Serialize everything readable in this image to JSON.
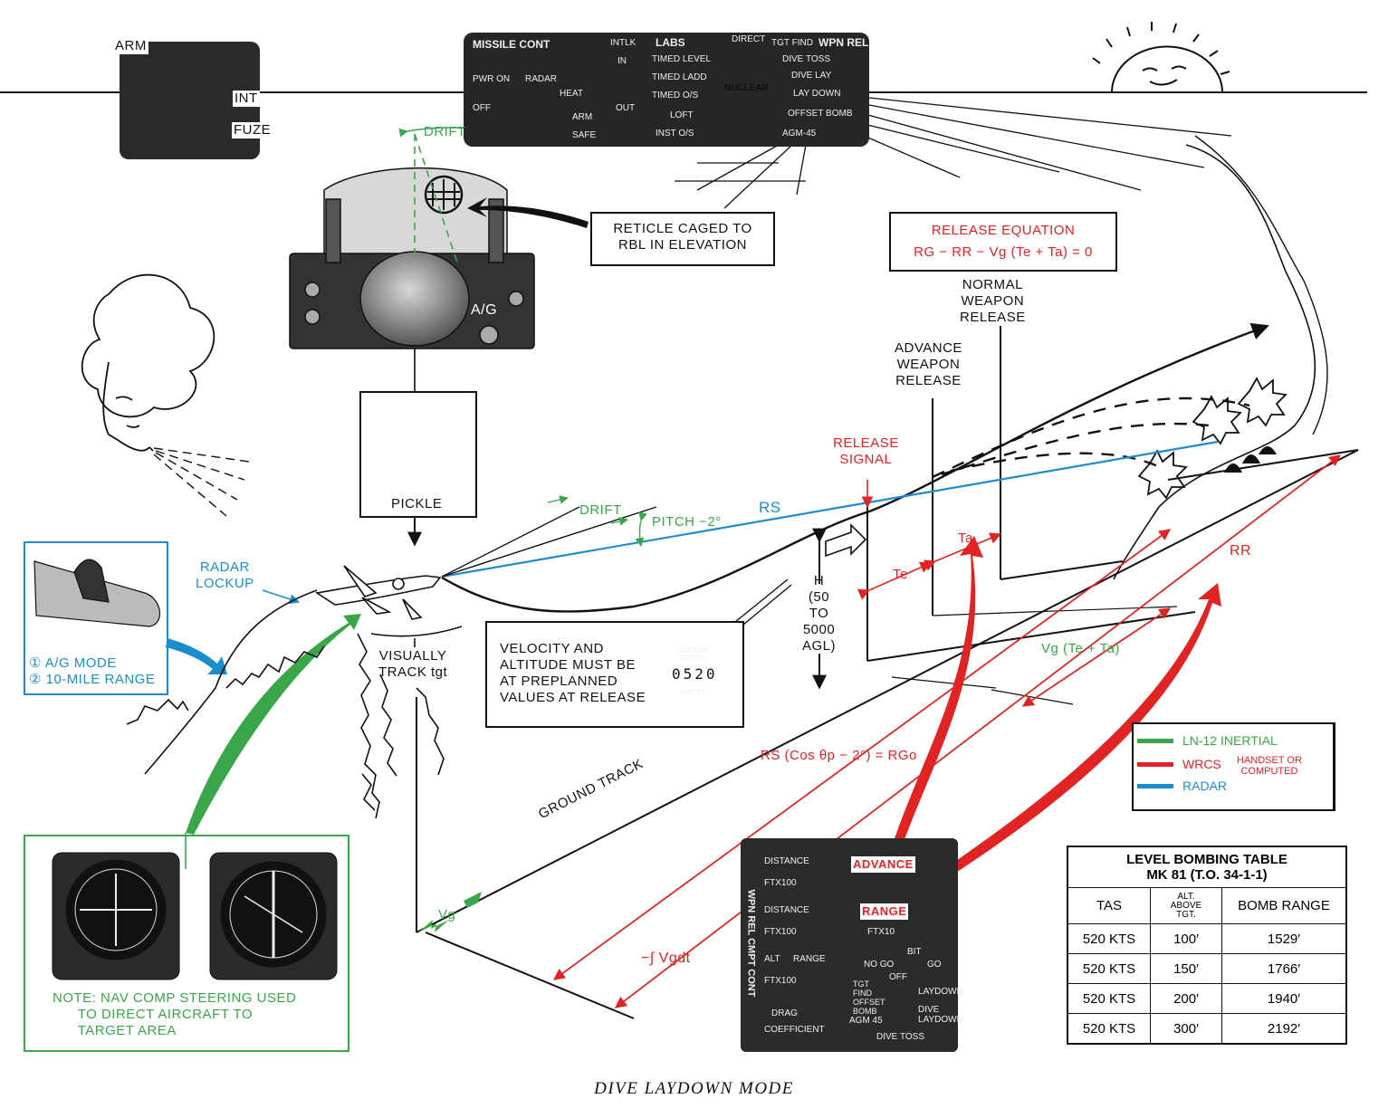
{
  "caption": "DIVE LAYDOWN MODE",
  "weapon_panel": {
    "arm": "ARM",
    "int": "INT",
    "fuze": "FUZE"
  },
  "missile_panel": {
    "missile_cont": "MISSILE CONT",
    "pwr_on": "PWR ON",
    "off": "OFF",
    "radar": "RADAR",
    "heat": "HEAT",
    "intlk": "INTLK",
    "in": "IN",
    "out": "OUT",
    "arm": "ARM",
    "safe": "SAFE",
    "labs": "LABS",
    "wpn_rel": "WPN REL",
    "direct": "DIRECT",
    "tgt_find": "TGT FIND",
    "dive_toss": "DIVE TOSS",
    "dive_lay": "DIVE LAY",
    "lay_down": "LAY DOWN",
    "offset_bomb": "OFFSET BOMB",
    "agm": "AGM-45",
    "timed_level": "TIMED LEVEL",
    "timed_ladd": "TIMED LADD",
    "timed_os": "TIMED O/S",
    "loft": "LOFT",
    "inst_os": "INST O/S",
    "nuclear": "NUCLEAR"
  },
  "labels": {
    "drift_top": "DRIFT",
    "reticle_line1": "RETICLE CAGED TO",
    "reticle_line2": "RBL IN ELEVATION",
    "ag": "A/G",
    "pickle": "PICKLE",
    "release_eq_title": "RELEASE EQUATION",
    "release_eq_formula": "RG − RR − Vg (Te + Ta) = 0",
    "normal_release": "NORMAL\nWEAPON\nRELEASE",
    "advance_release": "ADVANCE\nWEAPON\nRELEASE",
    "release_signal": "RELEASE\nSIGNAL",
    "rs": "RS",
    "drift_mid": "DRIFT",
    "pitch": "PITCH −2°",
    "radar_lockup": "RADAR\nLOCKUP",
    "ag_mode": "A/G MODE",
    "ten_mile": "10-MILE RANGE",
    "visually_track": "VISUALLY\nTRACK tgt",
    "h_altitude": "H\n(50\nTO\n5000\nAGL)",
    "te": "Te",
    "ta": "Ta",
    "rr": "RR",
    "vg_te_ta": "Vg (Te + Ta)",
    "velocity_note": "VELOCITY AND\nALTITUDE MUST BE\nAT PREPLANNED\nVALUES AT RELEASE",
    "ground_speed": "GROUND\nSPEED",
    "knots": "KNOTS",
    "speed_digits": "0520",
    "rs_cos": "RS (Cos θp − 2°) = RGo",
    "ground_track": "GROUND TRACK",
    "vg": "Vg",
    "integral": "−∫ Vgdt",
    "advance": "ADVANCE",
    "range": "RANGE",
    "nav_note": "NOTE: NAV COMP STEERING USED\n      TO DIRECT AIRCRAFT TO\n      TARGET AREA"
  },
  "legend": [
    {
      "label": "LN-12 INERTIAL",
      "color": "#3aa64a"
    },
    {
      "label": "WRCS",
      "note": "HANDSET OR\nCOMPUTED",
      "color": "#e02424"
    },
    {
      "label": "RADAR",
      "color": "#1c8ccc"
    }
  ],
  "bomb_table": {
    "title_line1": "LEVEL BOMBING TABLE",
    "title_line2": "MK 81 (T.O. 34-1-1)",
    "headers": [
      "TAS",
      "ALT.\nABOVE\nTGT.",
      "BOMB RANGE"
    ],
    "rows": [
      [
        "520 KTS",
        "100′",
        "1529′"
      ],
      [
        "520 KTS",
        "150′",
        "1766′"
      ],
      [
        "520 KTS",
        "200′",
        "1940′"
      ],
      [
        "520 KTS",
        "300′",
        "2192′"
      ]
    ]
  },
  "wrcs_panel": {
    "distance": "DISTANCE",
    "ftx100": "FTX100",
    "ftx10": "FTX10",
    "alt": "ALT",
    "range": "RANGE",
    "drag": "DRAG",
    "coefficient": "COEFFICIENT",
    "no_go": "NO GO",
    "go": "GO",
    "bit": "BIT",
    "wpn_rel_cmpt": "WPN REL CMPT CONT",
    "off": "OFF",
    "laydown": "LAYDOWN",
    "dive_laydown": "DIVE LAYDOWN",
    "dive_toss": "DIVE TOSS",
    "agm45": "AGM 45",
    "tgt_find": "TGT FIND OFFSET BOMB"
  },
  "colors": {
    "inertial": "#3aa64a",
    "wrcs": "#e02424",
    "radar": "#1c8ccc",
    "ink": "#111111"
  }
}
